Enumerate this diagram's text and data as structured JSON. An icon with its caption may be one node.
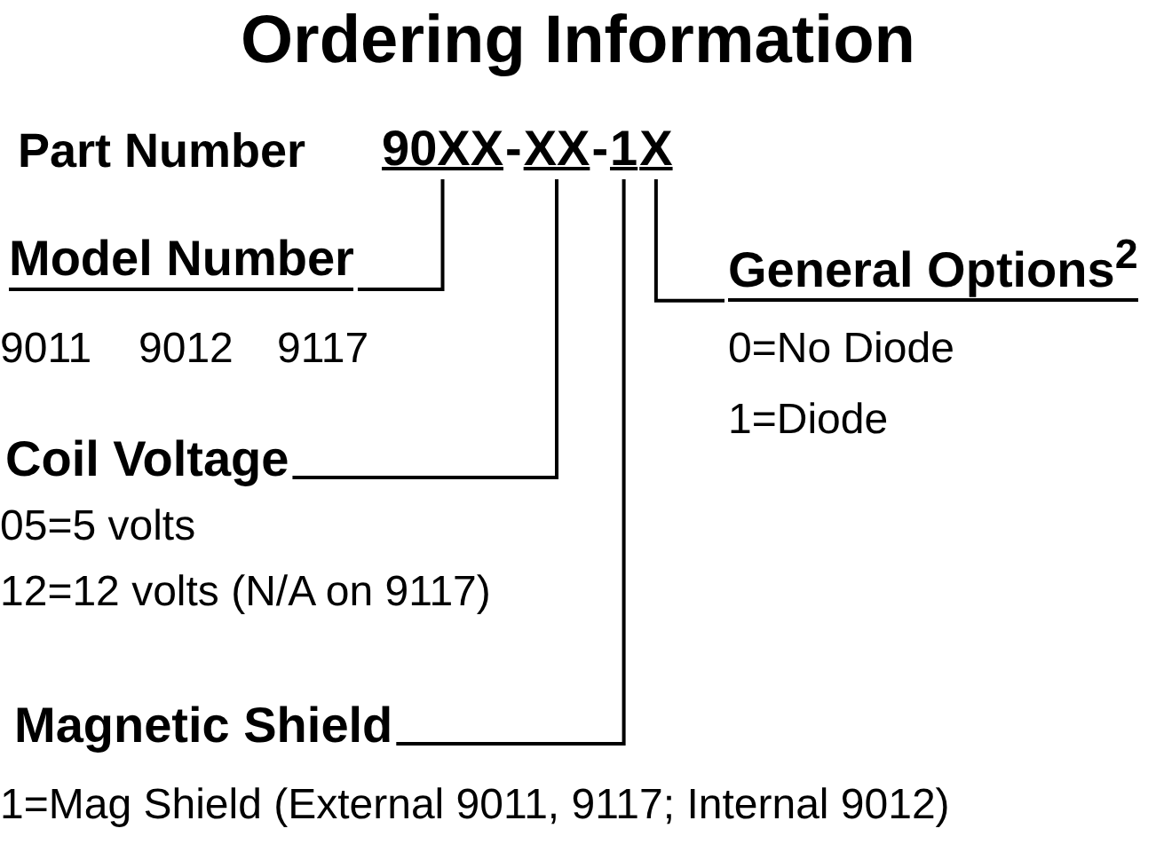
{
  "diagram": {
    "title": "Ordering Information",
    "nodes": [
      {
        "text": [
          "90XX"
        ]
      },
      {
        "text": [
          "XX"
        ]
      },
      {
        "text": [
          "1"
        ]
      },
      {
        "text": [
          "X"
        ]
      },
      {
        "text": [
          "Model Number"
        ],
        "beside": [
          "9011",
          "9012",
          "9117"
        ]
      },
      {
        "text": [
          "Coil Voltage"
        ],
        "beside": [
          "05=5 volts",
          "12=12 volts (N/A on 9117)"
        ]
      },
      {
        "text": [
          "Magnetic Shield"
        ],
        "beside": [
          "1=Mag Shield (External 9011, 9117; Internal 9012)"
        ]
      },
      {
        "text": [
          "General Options$^{2}$"
        ],
        "beside": [
          "0=No Diode",
          "1=Diode"
        ]
      }
    ],
    "edges": [
      {
        "from": 4,
        "to": 0,
        "arrow": "none"
      },
      {
        "from": 5,
        "to": 1,
        "arrow": "none"
      },
      {
        "from": 6,
        "to": 2,
        "arrow": "none"
      },
      {
        "from": 7,
        "to": 3,
        "arrow": "none"
      }
    ],
    "labels": [
      "Part Number",
      "-",
      "-"
    ]
  }
}
